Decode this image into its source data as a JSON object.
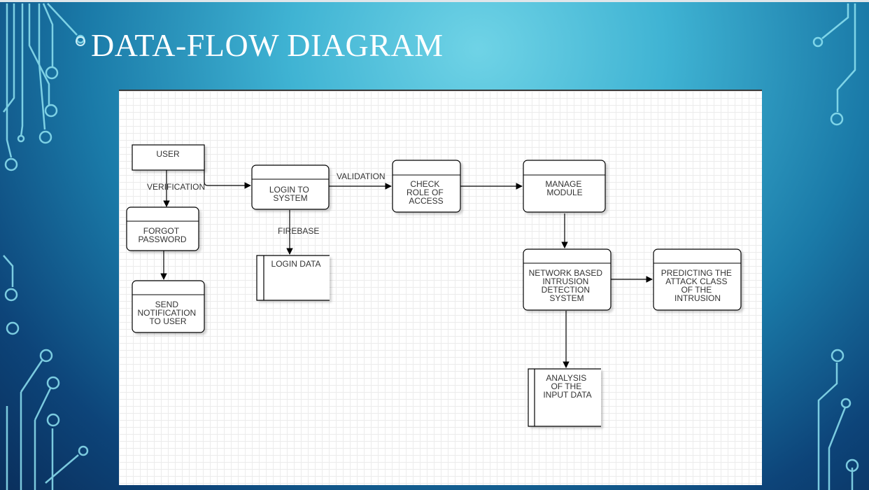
{
  "title": "DATA-FLOW DIAGRAM",
  "colors": {
    "background_light": "#6fd3e6",
    "background_dark": "#0a2f5c",
    "circuit": "#8fe3f2",
    "node_stroke": "#000000"
  },
  "diagram": {
    "nodes": {
      "user": [
        "USER"
      ],
      "forgot_password": [
        "FORGOT",
        "PASSWORD"
      ],
      "send_notification": [
        "SEND",
        "NOTIFICATION",
        "TO USER"
      ],
      "login_to_system": [
        "LOGIN TO",
        "SYSTEM"
      ],
      "login_data": [
        "LOGIN DATA"
      ],
      "check_role": [
        "CHECK",
        "ROLE OF",
        "ACCESS"
      ],
      "manage_module": [
        "MANAGE",
        "MODULE"
      ],
      "nids": [
        "NETWORK BASED",
        "INTRUSION",
        "DETECTION",
        "SYSTEM"
      ],
      "predicting": [
        "PREDICTING THE",
        "ATTACK CLASS",
        "OF THE",
        "INTRUSION"
      ],
      "analysis": [
        "ANALYSIS",
        "OF THE",
        "INPUT DATA"
      ]
    },
    "edge_labels": {
      "verification": "VERIFICATION",
      "validation": "VALIDATION",
      "firebase": "FIREBASE"
    }
  }
}
